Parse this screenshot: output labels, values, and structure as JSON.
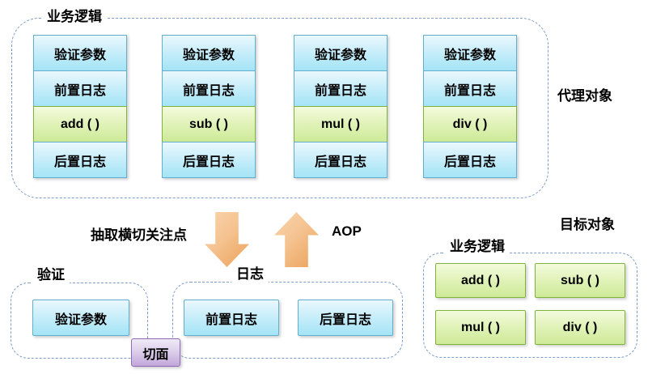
{
  "colors": {
    "blue_box_top": "#eaf8fd",
    "blue_box_bottom": "#a4e4f6",
    "blue_box_border": "#62aece",
    "green_box_top": "#f3fbdd",
    "green_box_bottom": "#cdea97",
    "green_box_border": "#7fb33c",
    "purple_box_top": "#efeaf6",
    "purple_box_bottom": "#c2a6da",
    "purple_box_border": "#8d6bb5",
    "arrow_orange": "#eba158",
    "dashed_border": "#7e9cc5"
  },
  "proxy": {
    "group_label": "业务逻辑",
    "side_label": "代理对象",
    "columns": [
      {
        "rows": [
          "验证参数",
          "前置日志",
          "add ( )",
          "后置日志"
        ]
      },
      {
        "rows": [
          "验证参数",
          "前置日志",
          "sub ( )",
          "后置日志"
        ]
      },
      {
        "rows": [
          "验证参数",
          "前置日志",
          "mul ( )",
          "后置日志"
        ]
      },
      {
        "rows": [
          "验证参数",
          "前置日志",
          "div ( )",
          "后置日志"
        ]
      }
    ]
  },
  "middle": {
    "extract_label": "抽取横切关注点",
    "aop_label": "AOP"
  },
  "validation": {
    "group_label": "验证",
    "boxes": [
      "验证参数"
    ]
  },
  "log": {
    "group_label": "日志",
    "boxes": [
      "前置日志",
      "后置日志"
    ]
  },
  "aspect": {
    "label": "切面"
  },
  "target": {
    "side_label": "目标对象",
    "group_label": "业务逻辑",
    "boxes": [
      "add ( )",
      "sub ( )",
      "mul ( )",
      "div ( )"
    ]
  }
}
